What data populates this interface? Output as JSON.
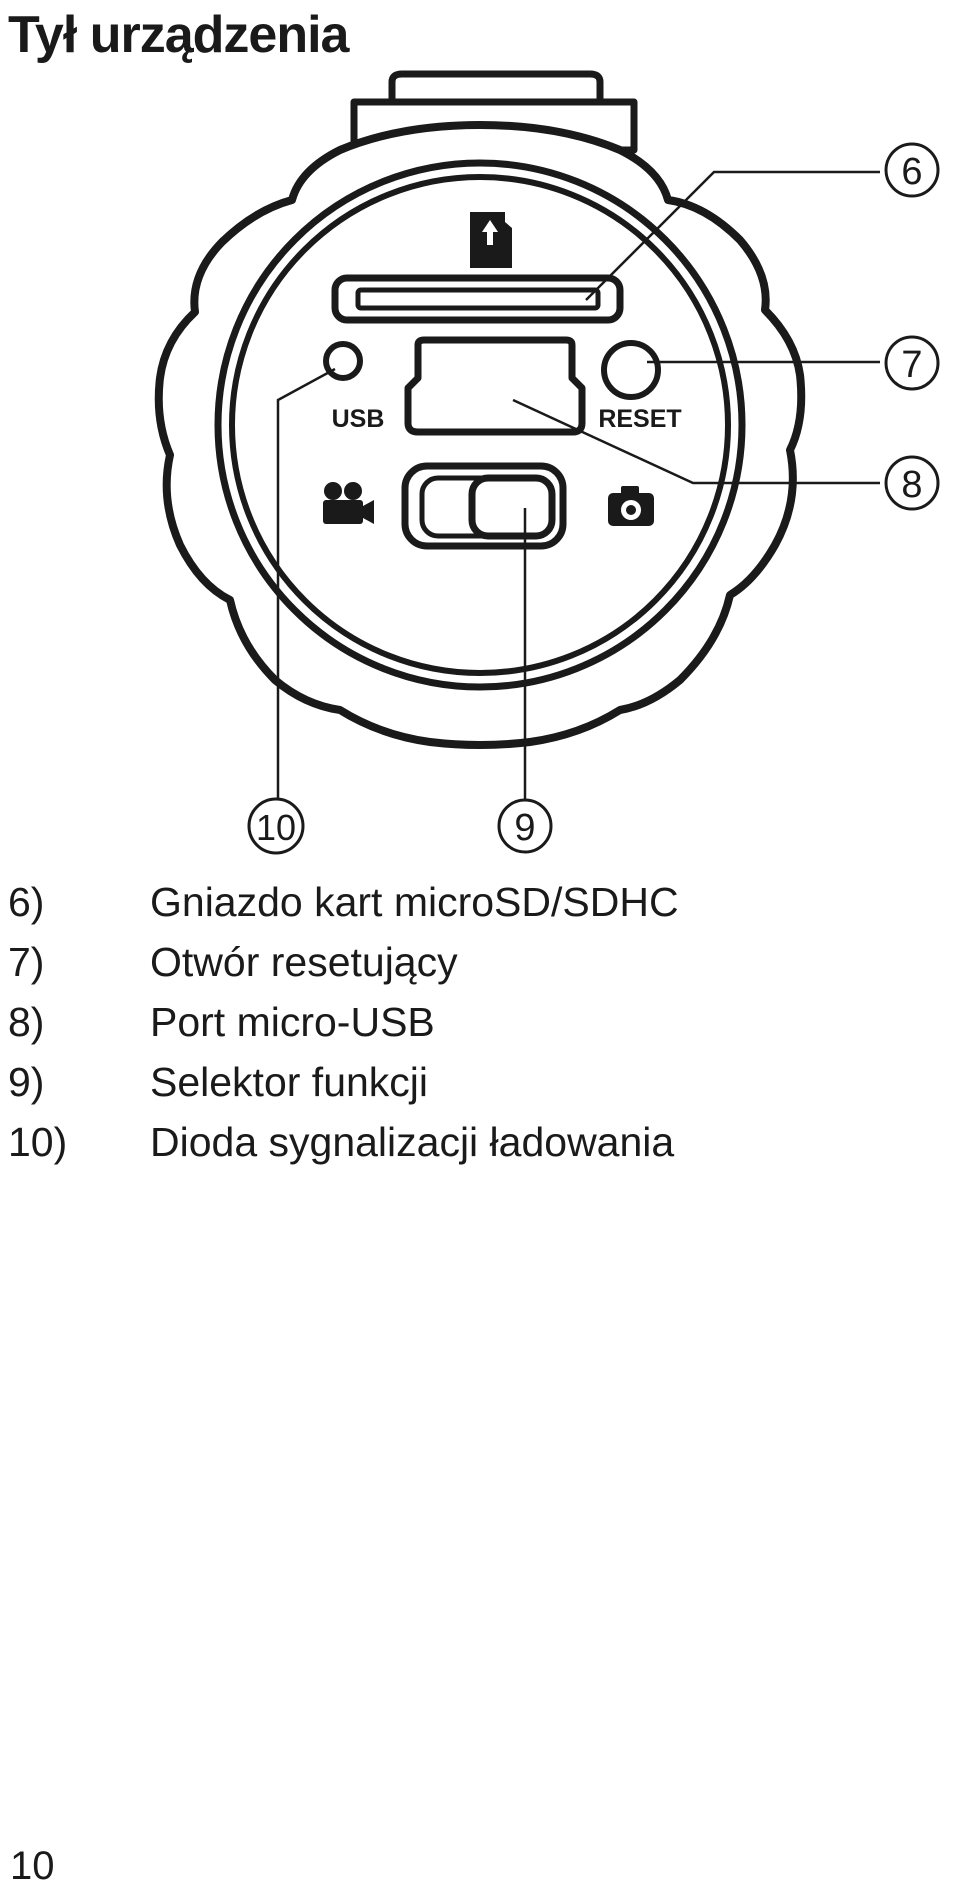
{
  "page": {
    "title": "Tył urządzenia",
    "page_number": "10"
  },
  "device": {
    "label_usb": "USB",
    "label_reset": "RESET"
  },
  "callouts": [
    {
      "number": "6"
    },
    {
      "number": "7"
    },
    {
      "number": "8"
    },
    {
      "number": "9"
    },
    {
      "number": "10"
    }
  ],
  "legend": [
    {
      "num": "6)",
      "text": "Gniazdo kart microSD/SDHC"
    },
    {
      "num": "7)",
      "text": "Otwór resetujący"
    },
    {
      "num": "8)",
      "text": "Port micro-USB"
    },
    {
      "num": "9)",
      "text": "Selektor funkcji"
    },
    {
      "num": "10)",
      "text": "Dioda sygnalizacji ładowania"
    }
  ]
}
